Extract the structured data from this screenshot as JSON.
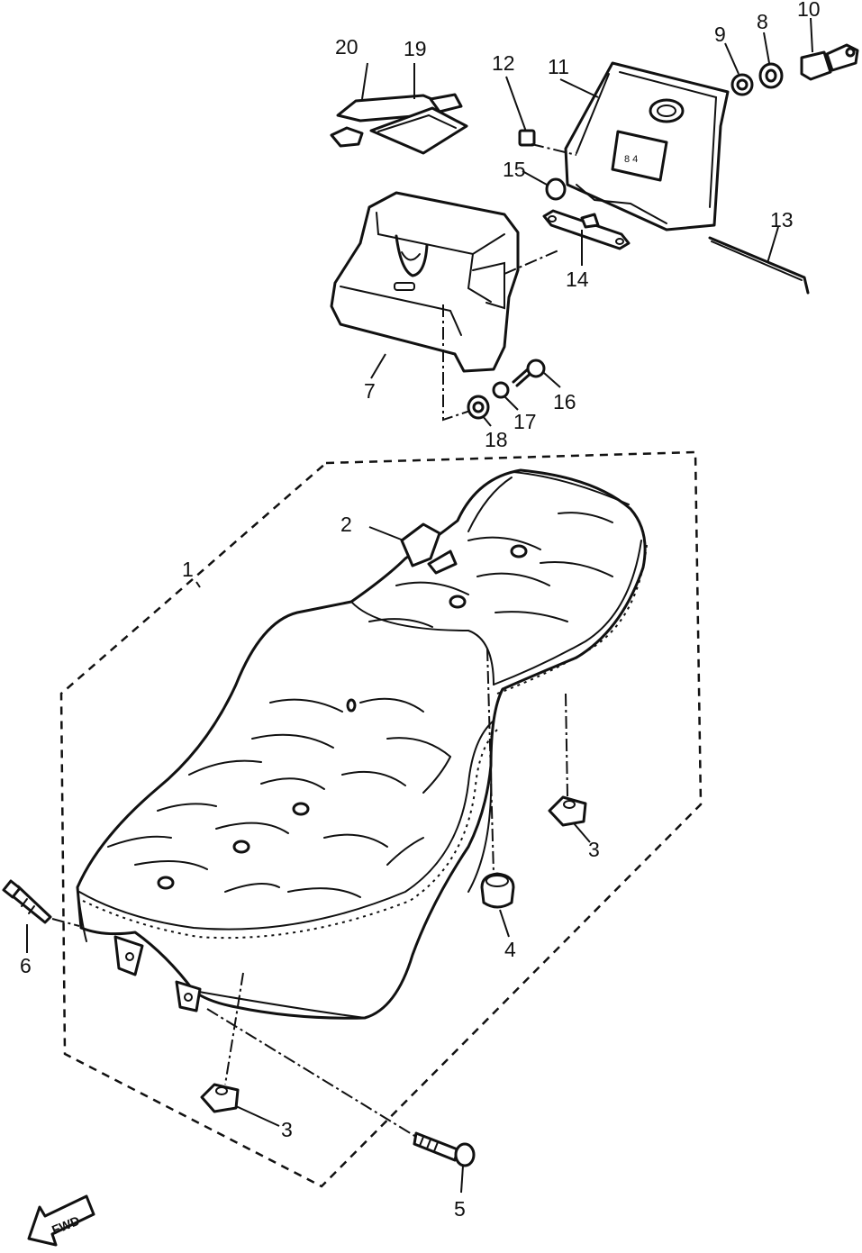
{
  "callouts": {
    "c1": "1",
    "c2": "2",
    "c3a": "3",
    "c3b": "3",
    "c4": "4",
    "c5": "5",
    "c6": "6",
    "c7": "7",
    "c8": "8",
    "c9": "9",
    "c10": "10",
    "c11": "11",
    "c12": "12",
    "c13": "13",
    "c14": "14",
    "c15": "15",
    "c16": "16",
    "c17": "17",
    "c18": "18",
    "c19": "19",
    "c20": "20"
  },
  "fwd_label": "FWD",
  "tank_mark": "8 4"
}
